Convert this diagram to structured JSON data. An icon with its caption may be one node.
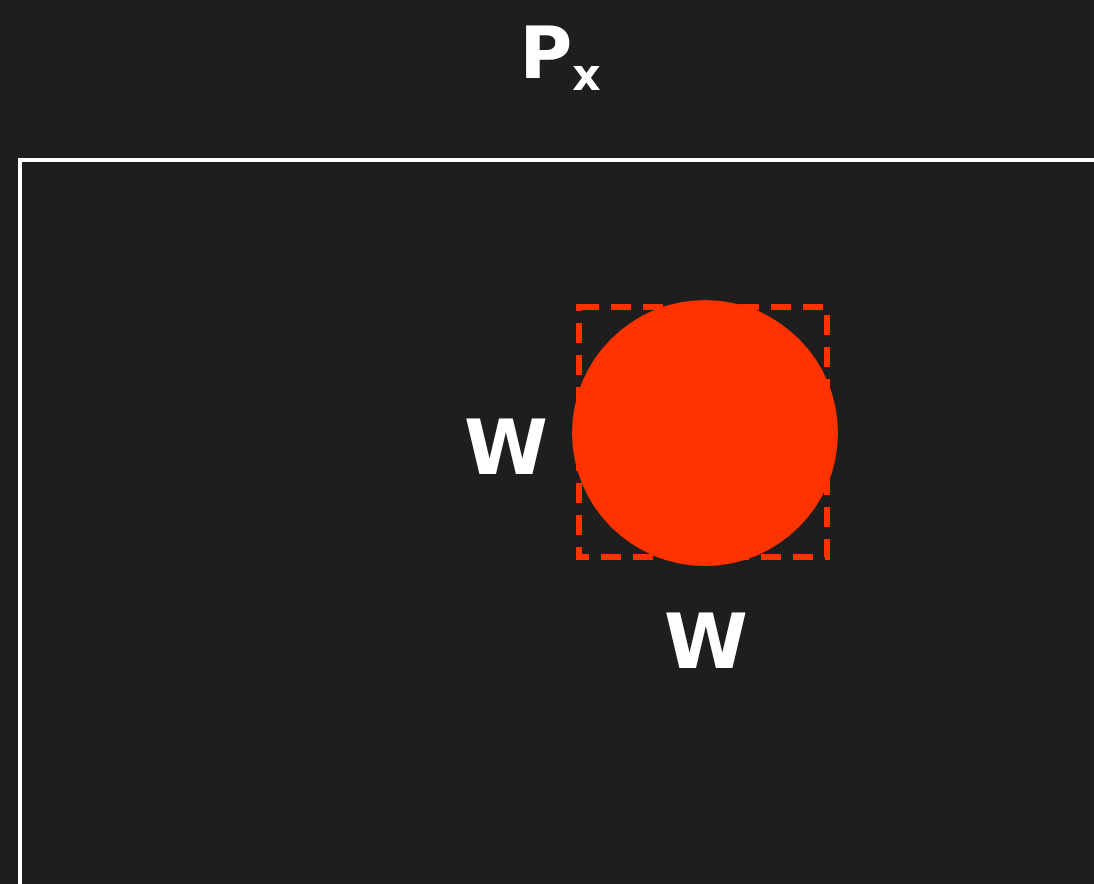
{
  "diagram": {
    "title": "P$_{x}$",
    "nodes": [
      {
        "text": [],
        "shape": "box"
      },
      {
        "text": [],
        "shape": "circle",
        "in": 0
      }
    ],
    "labels": [
      "W",
      "W"
    ]
  }
}
